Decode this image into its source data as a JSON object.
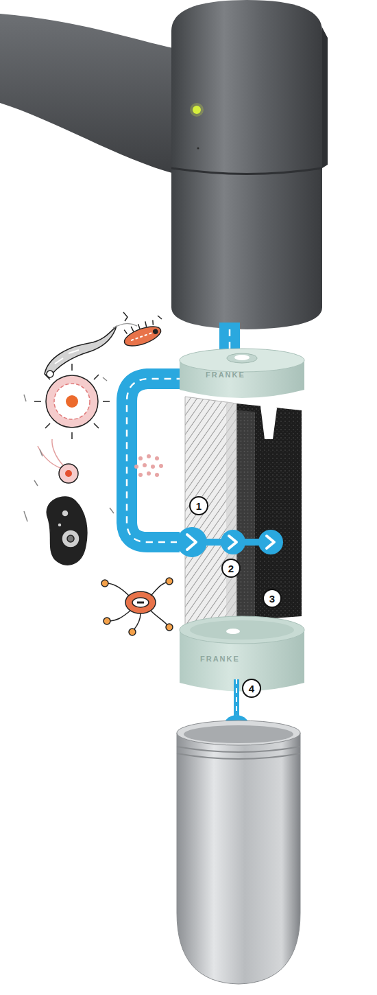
{
  "diagram": {
    "labels": [
      "FRANKE",
      "1",
      "2",
      "3",
      "FRANKE",
      "4"
    ]
  }
}
